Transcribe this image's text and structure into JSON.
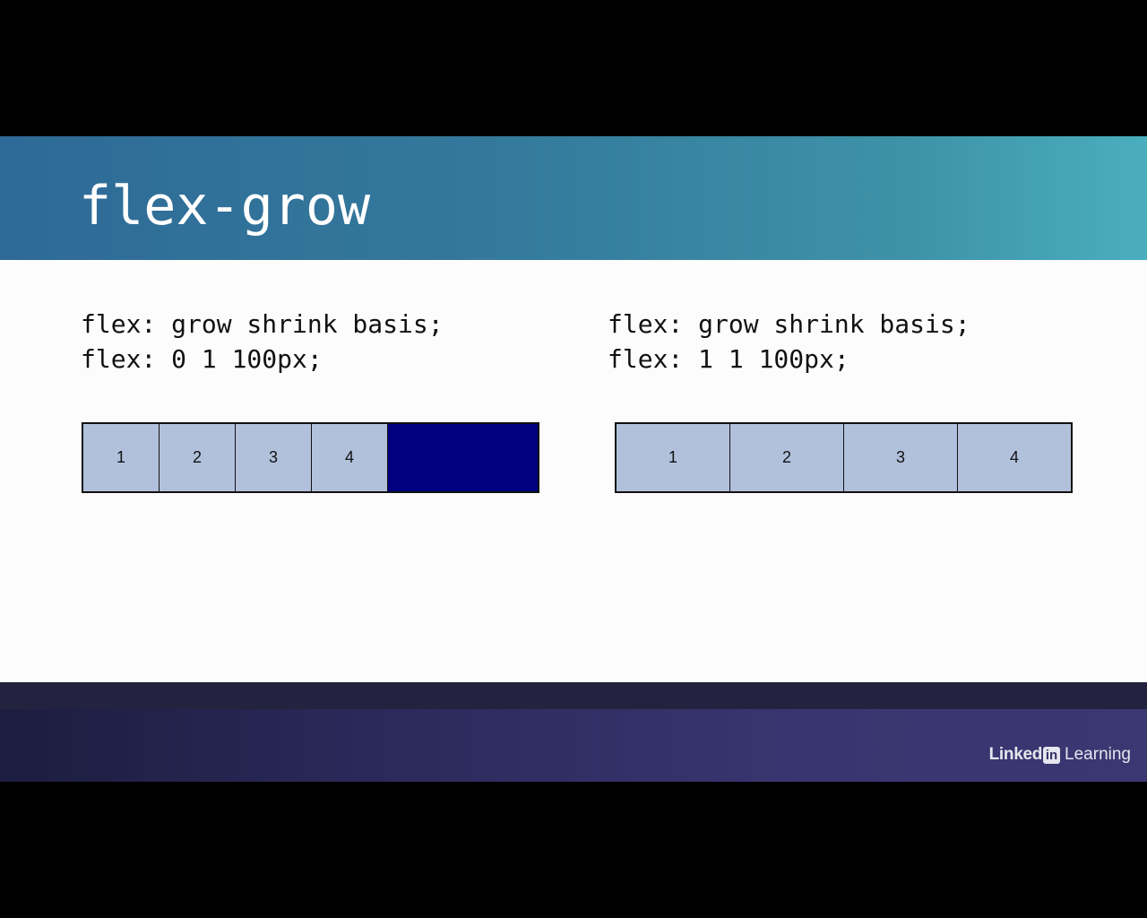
{
  "slide": {
    "title": "flex-grow"
  },
  "examples": [
    {
      "code_lines": [
        "flex: grow shrink basis;",
        "flex: 0 1 100px;"
      ],
      "items": [
        "1",
        "2",
        "3",
        "4"
      ]
    },
    {
      "code_lines": [
        "flex: grow shrink basis;",
        "flex: 1 1 100px;"
      ],
      "items": [
        "1",
        "2",
        "3",
        "4"
      ]
    }
  ],
  "branding": {
    "linked": "Linked",
    "in_icon": "in",
    "learning": "Learning"
  },
  "colors": {
    "title_bar_start": "#2e6a97",
    "title_bar_end": "#4aaebe",
    "flex_item": "#b1c1dc",
    "free_space": "#000080",
    "footer": "#2c2a5c"
  }
}
